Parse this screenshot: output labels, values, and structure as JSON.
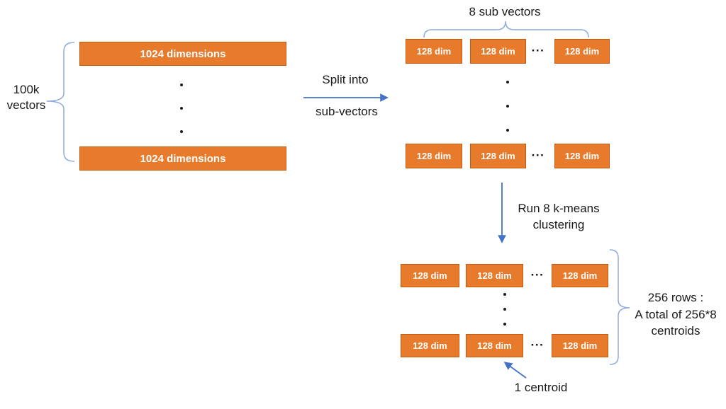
{
  "colors": {
    "background": "#ffffff",
    "box_fill": "#E87A2C",
    "box_border": "#C55A11",
    "box_text": "#FFFFFF",
    "arrow_blue": "#4472C4",
    "brace_blue": "#8FAADC",
    "text_dark": "#1A1A1A"
  },
  "left_group": {
    "label": {
      "line1": "100k",
      "line2": "vectors"
    },
    "top_box": "1024 dimensions",
    "bottom_box": "1024 dimensions"
  },
  "split_arrow": {
    "line1": "Split into",
    "line2": "sub-vectors"
  },
  "subvector_group": {
    "title": "8 sub vectors",
    "row1": [
      "128 dim",
      "128 dim",
      "...",
      "128 dim"
    ],
    "row2": [
      "128 dim",
      "128 dim",
      "...",
      "128 dim"
    ]
  },
  "kmeans_arrow": {
    "line1": "Run 8 k-means",
    "line2": "clustering"
  },
  "centroid_group": {
    "row1": [
      "128 dim",
      "128 dim",
      "...",
      "128 dim"
    ],
    "row2": [
      "128 dim",
      "128 dim",
      "...",
      "128 dim"
    ],
    "bracket_label": {
      "line1": "256 rows :",
      "line2": "A total of 256*8",
      "line3": "centroids"
    },
    "pointer_label": "1 centroid"
  }
}
